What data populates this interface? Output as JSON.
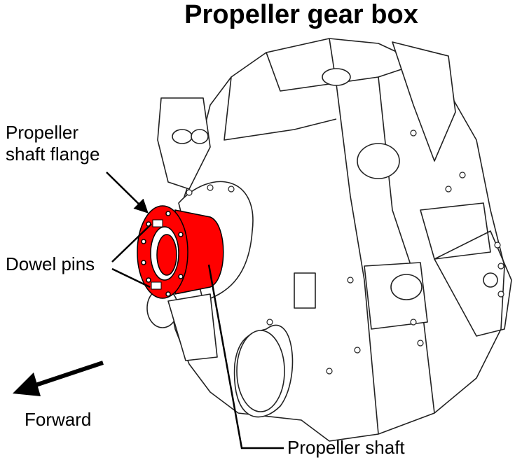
{
  "title": "Propeller gear box",
  "labels": {
    "flange_line1": "Propeller",
    "flange_line2": "shaft flange",
    "dowel_pins": "Dowel pins",
    "forward": "Forward",
    "shaft": "Propeller shaft"
  },
  "colors": {
    "highlight": "#ff0000",
    "line": "#000000"
  }
}
